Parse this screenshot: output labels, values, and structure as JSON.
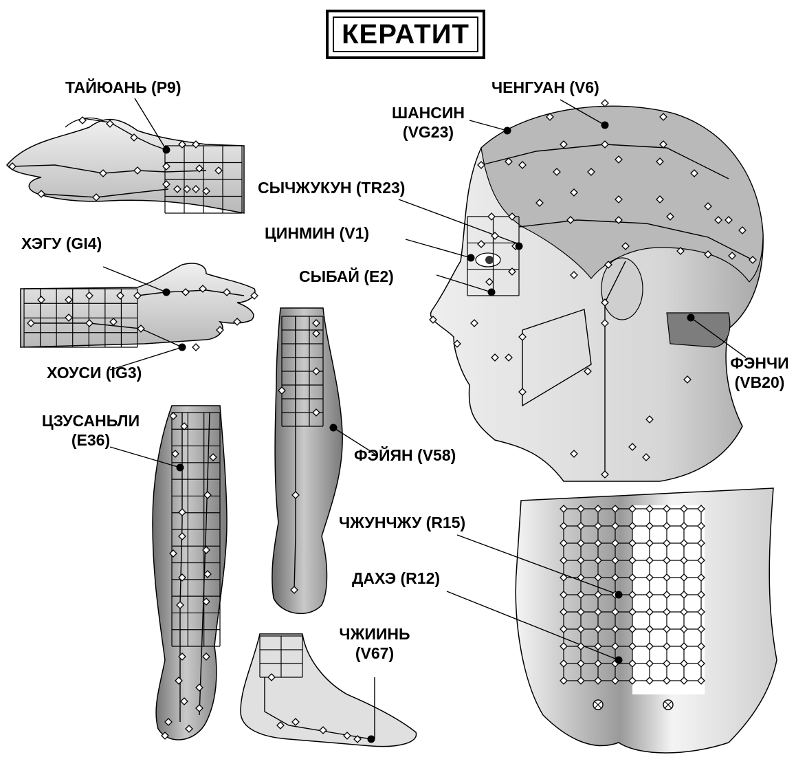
{
  "title": "КЕРАТИТ",
  "points": [
    {
      "id": "taiyuan",
      "label": "ТАЙЮАНЬ (Р9)"
    },
    {
      "id": "hegu",
      "label": "ХЭГУ (GI4)"
    },
    {
      "id": "houxi",
      "label": "ХОУСИ (IG3)"
    },
    {
      "id": "zusanli",
      "line1": "ЦЗУСАНЬЛИ",
      "line2": "(Е36)"
    },
    {
      "id": "feiyang",
      "label": "ФЭЙЯН (V58)"
    },
    {
      "id": "zhiyin",
      "line1": "ЧЖИИНЬ",
      "line2": "(V67)"
    },
    {
      "id": "chengguang",
      "label": "ЧЕНГУАН (V6)"
    },
    {
      "id": "shangxing",
      "line1": "ШАНСИН",
      "line2": "(VG23)"
    },
    {
      "id": "sizhukong",
      "label": "СЫЧЖУКУН (TR23)"
    },
    {
      "id": "jingming",
      "label": "ЦИНМИН (V1)"
    },
    {
      "id": "sibai",
      "label": "СЫБАЙ (Е2)"
    },
    {
      "id": "fengchi",
      "line1": "ФЭНЧИ",
      "line2": "(VB20)"
    },
    {
      "id": "zhongzhu",
      "label": "ЧЖУНЧЖУ (R15)"
    },
    {
      "id": "dahe",
      "label": "ДАХЭ (R12)"
    }
  ],
  "colors": {
    "ink": "#000000",
    "skin_light": "#e6e6e6",
    "skin_mid": "#bdbdbd",
    "skin_dark": "#8a8a8a",
    "paper": "#ffffff"
  }
}
